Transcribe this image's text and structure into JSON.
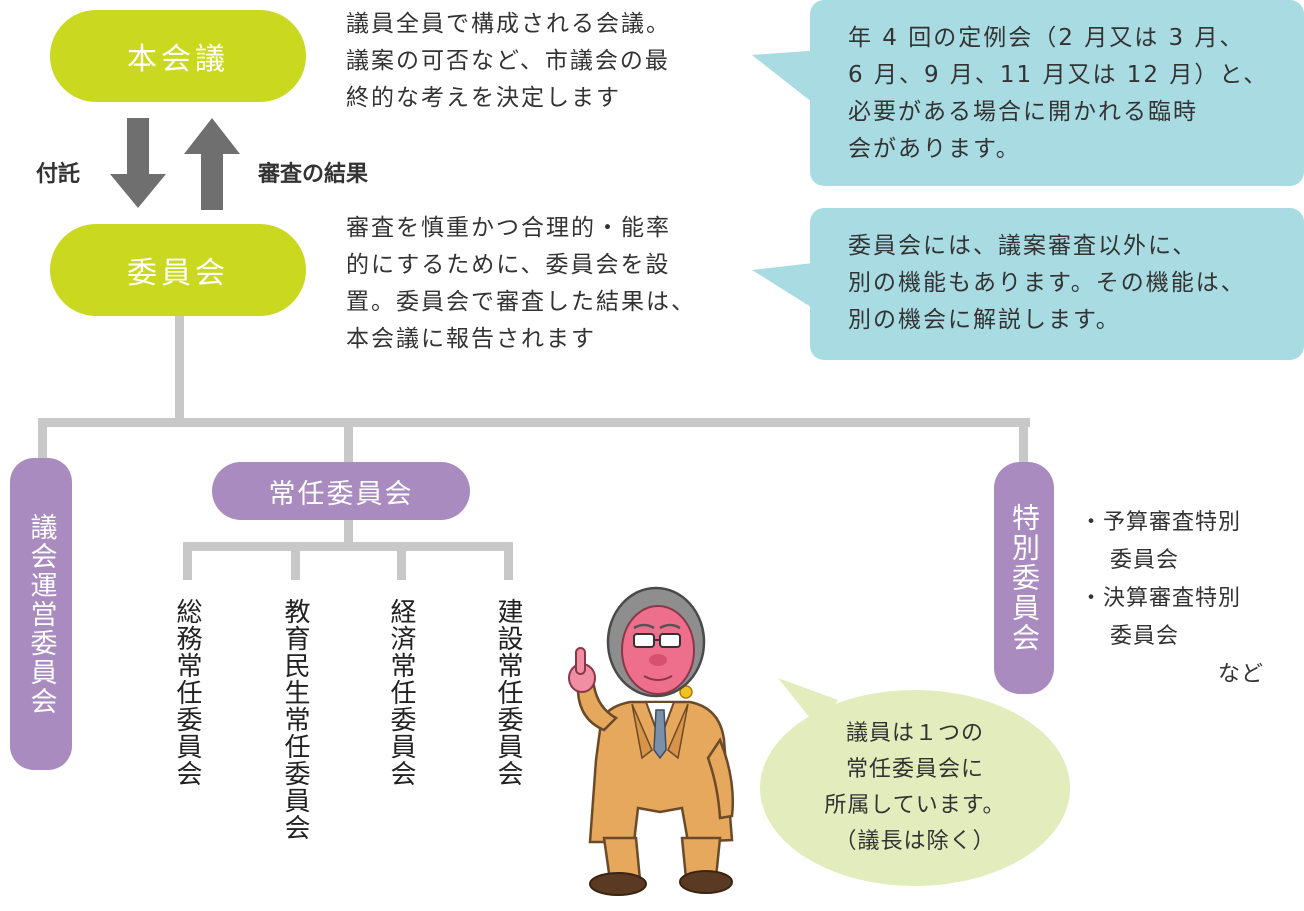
{
  "plenary": {
    "label": "本会議",
    "description": [
      "議員全員で構成される会議。",
      "議案の可否など、市議会の最",
      "終的な考えを決定します"
    ]
  },
  "plenary_callout": [
    "年 4 回の定例会（2 月又は 3 月、",
    "6 月、9 月、11 月又は 12 月）と、",
    "必要がある場合に開かれる臨時",
    "会があります。"
  ],
  "arrows": {
    "down_label": "付託",
    "up_label": "審査の結果"
  },
  "committee": {
    "label": "委員会",
    "description": [
      "審査を慎重かつ合理的・能率",
      "的にするために、委員会を設",
      "置。委員会で審査した結果は、",
      "本会議に報告されます"
    ]
  },
  "committee_callout": [
    "委員会には、議案審査以外に、",
    "別の機能もあります。その機能は、",
    "別の機会に解説します。"
  ],
  "steering_committee": {
    "label": "議会運営委員会"
  },
  "standing_committees": {
    "label": "常任委員会",
    "items": [
      "総務常任委員会",
      "教育民生常任委員会",
      "経済常任委員会",
      "建設常任委員会"
    ]
  },
  "special_committee": {
    "label": "特別委員会",
    "notes": [
      "・予算審査特別",
      "委員会",
      "・決算審査特別",
      "委員会",
      "など"
    ]
  },
  "speech_bubble": [
    "議員は１つの",
    "常任委員会に",
    "所属しています。",
    "（議長は除く）"
  ],
  "colors": {
    "green": "#cbd820",
    "purple": "#a98bc0",
    "callout": "#a8dbe2",
    "speech": "#e3ecbc",
    "line": "#c8c8c8",
    "arrow": "#6f6f6f"
  }
}
